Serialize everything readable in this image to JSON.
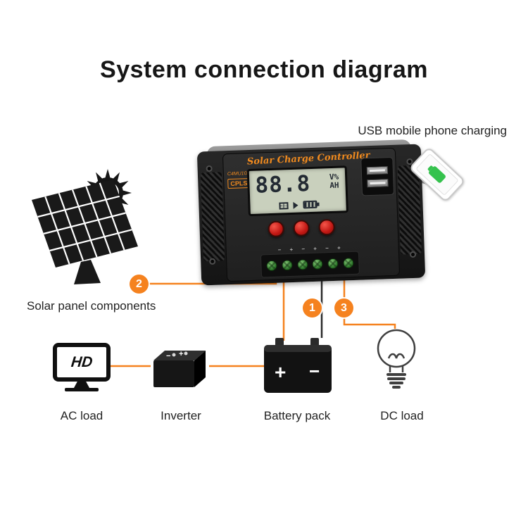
{
  "title": "System connection diagram",
  "usb_charging_label": "USB mobile phone charging",
  "controller": {
    "brand": "Solar Charge Controller",
    "badge_line": "C4MU10A",
    "badge_box": "CPLS",
    "lcd": {
      "value": "88.8",
      "unit_top": "V%",
      "unit_bottom": "AH"
    },
    "terminal_marks": "− + − + − +"
  },
  "markers": {
    "solar": "2",
    "battery": "1",
    "dc": "3"
  },
  "items": {
    "solar_panel": {
      "label": "Solar panel components"
    },
    "ac_load": {
      "label": "AC load",
      "screen_text": "HD"
    },
    "inverter": {
      "label": "Inverter",
      "minus": "−",
      "plus": "+"
    },
    "battery": {
      "label": "Battery pack",
      "plus": "+",
      "minus": "−"
    },
    "dc_load": {
      "label": "DC load"
    }
  },
  "icons": {
    "sun": "sun-icon",
    "solar_panel": "solar-panel-icon",
    "smartphone": "smartphone-icon",
    "tv": "tv-icon",
    "inverter_box": "inverter-icon",
    "battery_pack": "battery-pack-icon",
    "light_bulb": "light-bulb-icon"
  },
  "colors": {
    "accent_orange": "#F5821F",
    "wire_dark": "#2A2A2A",
    "button_red": "#C01713",
    "lcd_background": "#C9D0BD",
    "screw_green": "#2F7A2C",
    "phone_battery_green": "#35C24D"
  }
}
